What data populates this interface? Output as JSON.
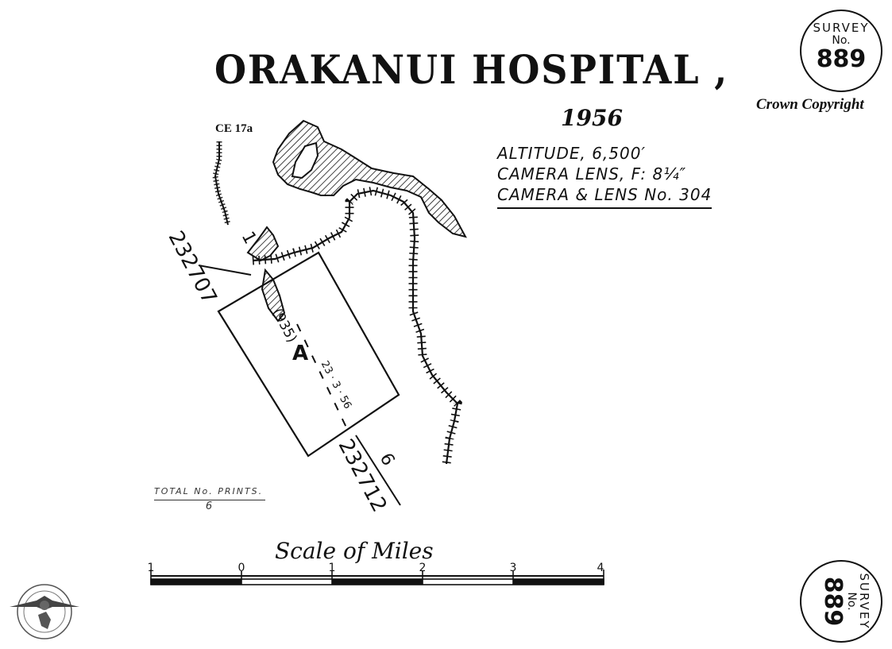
{
  "title": "ORAKANUI HOSPITAL ,",
  "year": "1956",
  "specs": {
    "altitude": "ALTITUDE, 6,500′",
    "lens": "CAMERA LENS, F: 8¼″",
    "camera": "CAMERA & LENS No. 304"
  },
  "crown_copyright": "Crown Copyright",
  "sheet_ref": "CE 17a",
  "stamp": {
    "line1": "SURVEY",
    "line2": "No.",
    "number": "889"
  },
  "run": {
    "start_frame": "1",
    "start_number": "232707",
    "end_frame": "6",
    "end_number": "232712",
    "run_label": "A",
    "run_height": "(935)",
    "run_date": "23 · 3 · 56"
  },
  "total_prints": {
    "label": "TOTAL No. PRINTS.",
    "value": "6"
  },
  "scale": {
    "title": "Scale of Miles",
    "ticks": [
      "1",
      "0",
      "1",
      "2",
      "3",
      "4"
    ]
  },
  "colors": {
    "ink": "#111111",
    "paper": "#ffffff"
  },
  "icons": {
    "logo": "nz-aerial-mapping-logo"
  }
}
